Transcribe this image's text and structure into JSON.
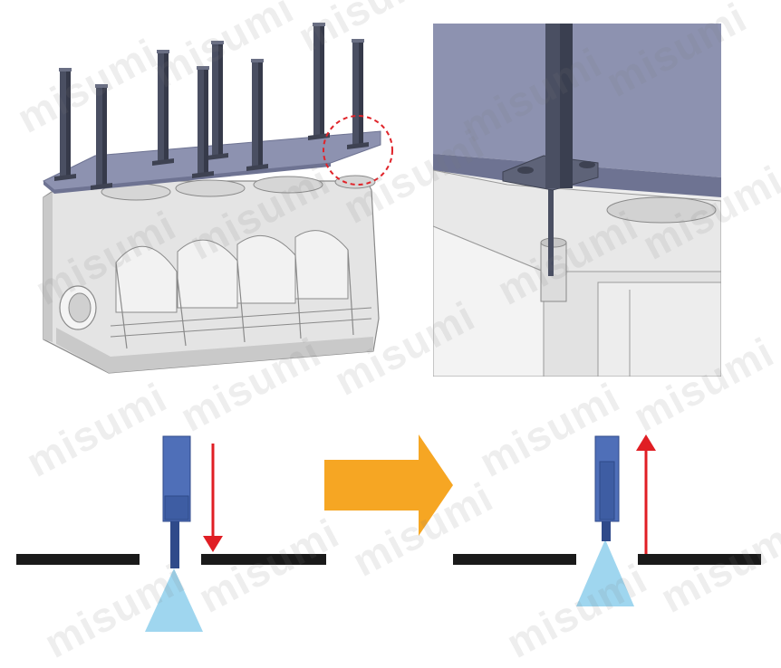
{
  "watermark": {
    "text": "misumi"
  },
  "colors": {
    "background": "#ffffff",
    "plate": "#8d92b0",
    "plate_edge": "#6e7392",
    "post": "#4a4f62",
    "casting": "#e4e4e4",
    "casting_shade": "#c9c9c9",
    "casting_line": "#8a8a8a",
    "highlight_circle": "#e0242a",
    "pin_body": "#4f6fb8",
    "pin_body_dark": "#2f4a8a",
    "surface": "#1a1a1a",
    "spray": "#9fd6ef",
    "arrow_motion": "#e01e24",
    "arrow_transition": "#f6a623"
  },
  "panels": [
    {
      "id": "overview",
      "description_icon": "fixture-on-engine-block-icon"
    },
    {
      "id": "detail",
      "description_icon": "locating-pin-closeup-icon"
    },
    {
      "id": "step1",
      "motion": "down",
      "description_icon": "pin-lowering-icon"
    },
    {
      "id": "step2",
      "motion": "up",
      "description_icon": "pin-raising-icon"
    }
  ]
}
